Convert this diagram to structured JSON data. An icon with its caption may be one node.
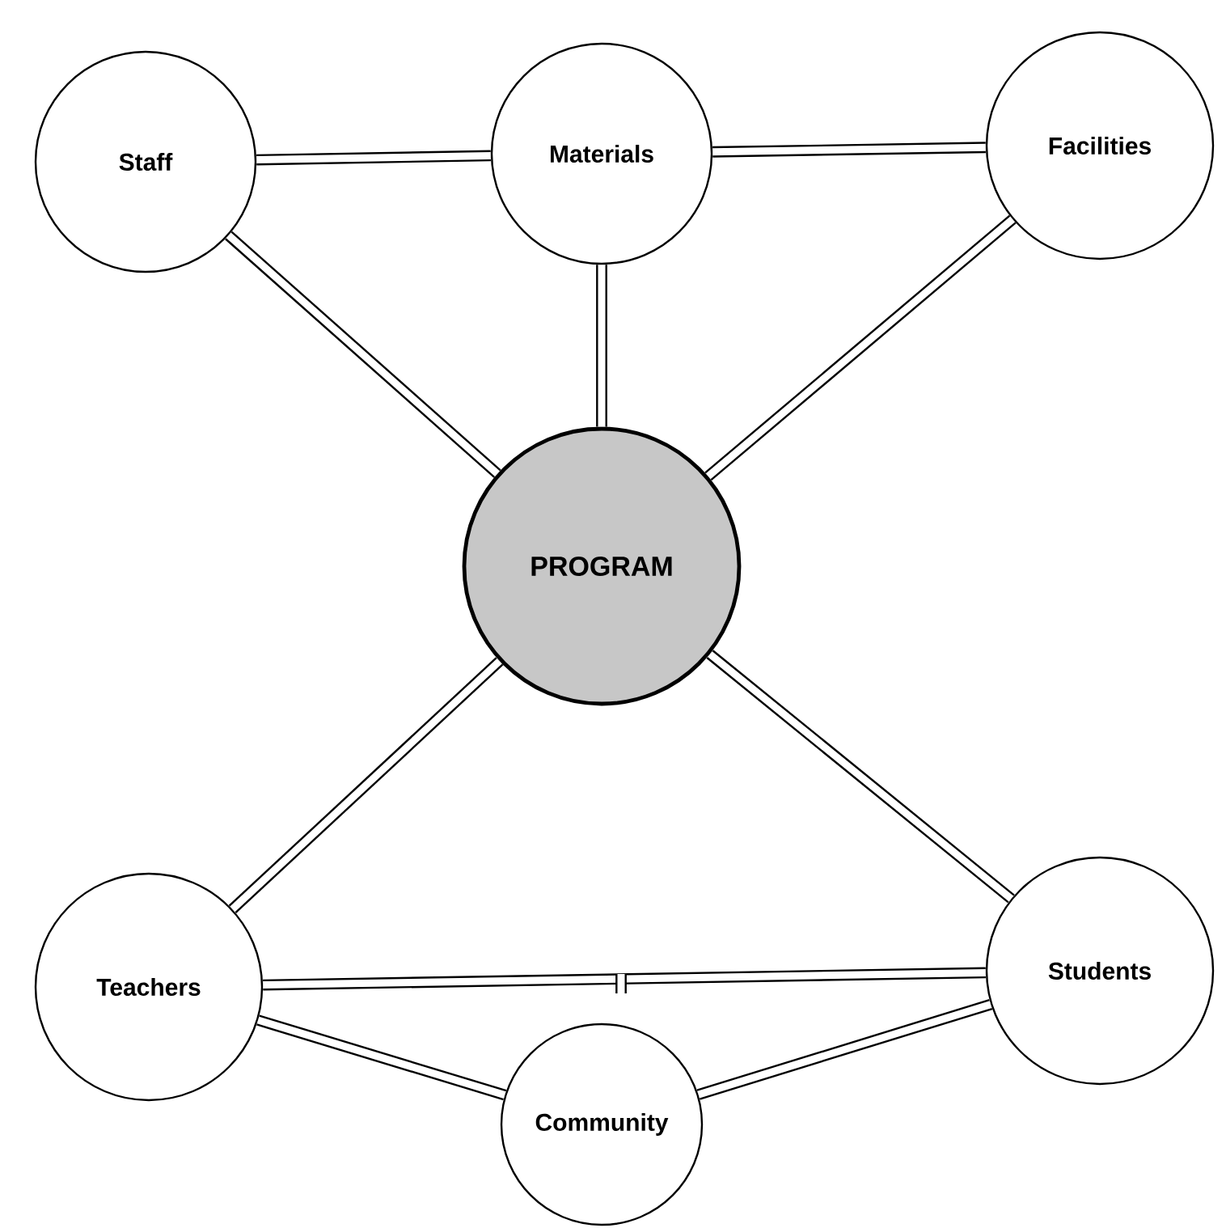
{
  "diagram": {
    "nodes": [
      {
        "text": [
          "Staff"
        ]
      },
      {
        "text": [
          "Materials"
        ]
      },
      {
        "text": [
          "Facilities"
        ]
      },
      {
        "text": [
          "PROGRAM"
        ]
      },
      {
        "text": [
          "Teachers"
        ]
      },
      {
        "text": [
          "Students"
        ]
      },
      {
        "text": [
          "Community"
        ]
      }
    ],
    "edges": [
      {
        "from": 0,
        "to": 1,
        "arrow": "none"
      },
      {
        "from": 1,
        "to": 2,
        "arrow": "none"
      },
      {
        "from": 0,
        "to": 3,
        "arrow": "none"
      },
      {
        "from": 1,
        "to": 3,
        "arrow": "none"
      },
      {
        "from": 2,
        "to": 3,
        "arrow": "none"
      },
      {
        "from": 3,
        "to": 4,
        "arrow": "none"
      },
      {
        "from": 3,
        "to": 5,
        "arrow": "none"
      },
      {
        "from": 4,
        "to": 5,
        "arrow": "none"
      },
      {
        "from": 4,
        "to": 6,
        "arrow": "none"
      },
      {
        "from": 6,
        "to": 5,
        "arrow": "none"
      }
    ]
  }
}
